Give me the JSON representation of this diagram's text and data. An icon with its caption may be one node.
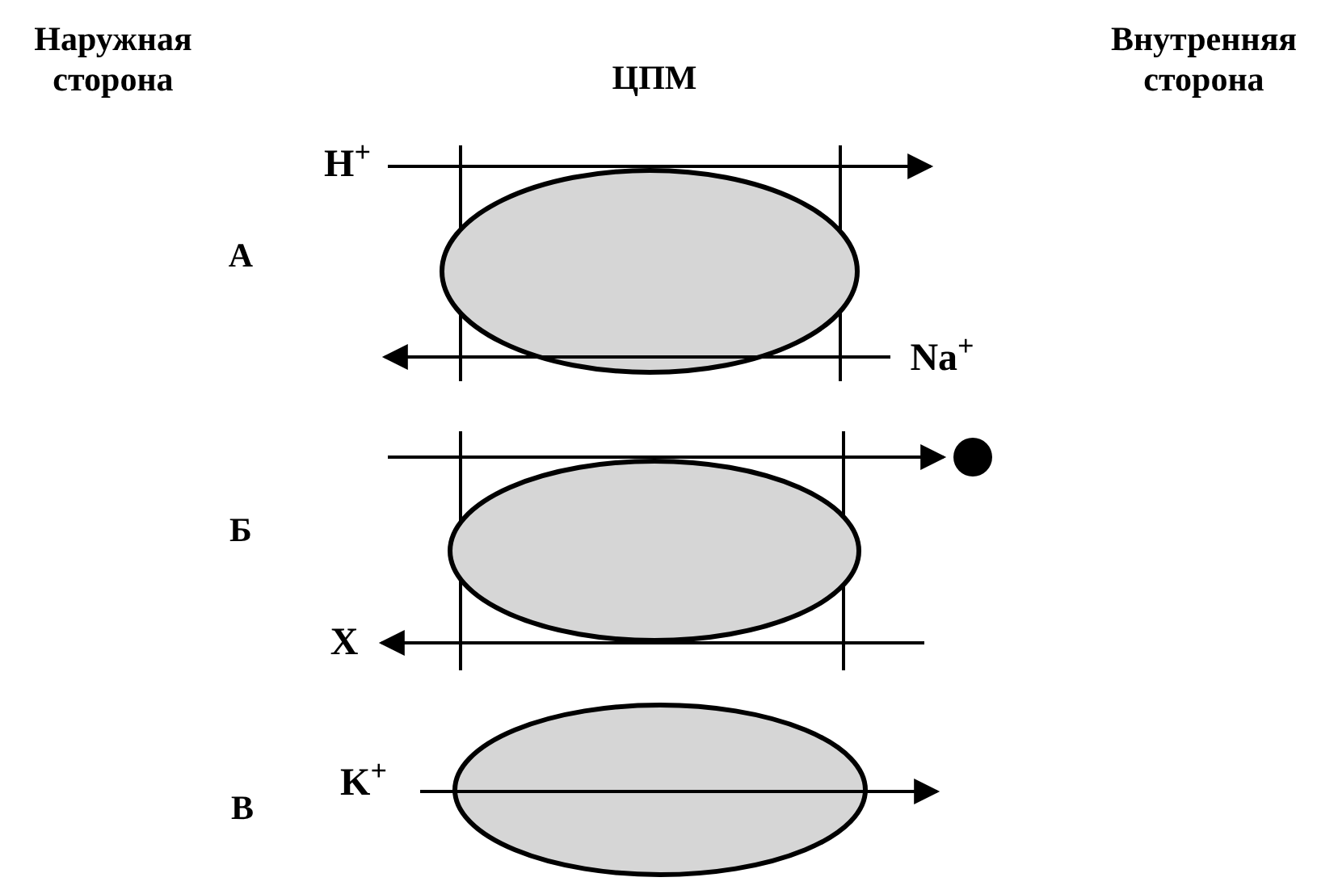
{
  "diagram": {
    "nodes": [
      {
        "text": [
          "H$^{+}$"
        ]
      },
      {
        "text": [],
        "shape": "ellipse"
      },
      {
        "text": [
          "Na$^{+}$"
        ]
      },
      {
        "text": [],
        "shape": "ellipse"
      },
      {
        "text": [],
        "shape": "circle"
      },
      {
        "text": [
          "X"
        ]
      },
      {
        "text": [
          "K$^{+}$"
        ]
      },
      {
        "text": [],
        "shape": "ellipse"
      }
    ],
    "edges": [
      {
        "from": 0,
        "to": null,
        "arrow": "to"
      },
      {
        "from": 2,
        "to": null,
        "arrow": "to"
      },
      {
        "from": null,
        "to": 4,
        "arrow": "to"
      },
      {
        "from": null,
        "to": 5,
        "arrow": "to"
      },
      {
        "from": 6,
        "to": null,
        "arrow": "to"
      }
    ],
    "labels": [
      "Наружная сторона",
      "ЦПМ",
      "Внутренняя сторона",
      "А",
      "Б",
      "В"
    ]
  }
}
